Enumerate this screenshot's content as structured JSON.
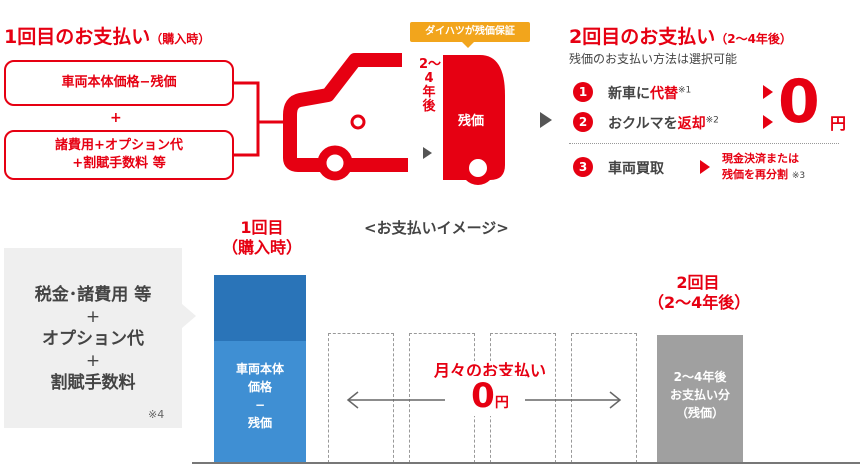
{
  "first_payment": {
    "title": "1回目のお支払い",
    "title_note": "（購入時）",
    "box_a": "車両本体価格−残価",
    "plus": "+",
    "box_b_line1": "諸費用+オプション代",
    "box_b_line2": "+割賦手数料 等"
  },
  "car": {
    "banner": "ダイハツが残価保証",
    "period_vertical": "2〜4年後",
    "residual_label": "残価"
  },
  "second_payment": {
    "title": "2回目のお支払い",
    "title_note": "（2〜4年後）",
    "subtitle": "残価のお支払い方法は選択可能",
    "options": [
      {
        "num": "1",
        "text_pre": "新車に",
        "text_em": "代替",
        "note": "※1"
      },
      {
        "num": "2",
        "text_pre": "おクルマを",
        "text_em": "返却",
        "note": "※2"
      },
      {
        "num": "3",
        "text_pre": "車両買取",
        "text_em": "",
        "note": ""
      }
    ],
    "zero": "0",
    "yen": "円",
    "option3_line1": "現金決済または",
    "option3_line2": "残価を再分割",
    "option3_note": "※3"
  },
  "image_section": {
    "title": "<お支払いイメージ>",
    "fees_line1": "税金･諸費用 等",
    "fees_plus1": "+",
    "fees_line2": "オプション代",
    "fees_plus2": "+",
    "fees_line3": "割賦手数料",
    "fees_note": "※4",
    "first_label_line1": "1回目",
    "first_label_line2": "（購入時）",
    "bar_line1": "車両本体",
    "bar_line2": "価格",
    "bar_line3": "−",
    "bar_line4": "残価",
    "monthly_label": "月々のお支払い",
    "monthly_zero": "0",
    "monthly_yen": "円",
    "second_label_line1": "2回目",
    "second_label_line2": "（2〜4年後）",
    "grey_line1": "2〜4年後",
    "grey_line2": "お支払い分",
    "grey_line3": "（残価）"
  },
  "colors": {
    "accent": "#e60012",
    "blue_dark": "#2a74b8",
    "blue": "#3f8fd3",
    "grey": "#a0a0a0",
    "banner": "#f2a51c"
  }
}
